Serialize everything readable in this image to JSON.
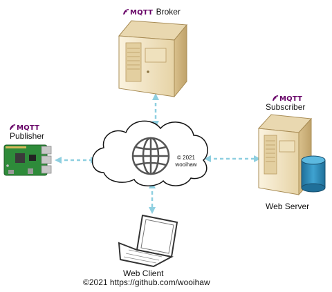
{
  "broker": {
    "brand": "MQTT",
    "label": "Broker"
  },
  "publisher": {
    "brand": "MQTT",
    "label": "Publisher"
  },
  "subscriber": {
    "brand": "MQTT",
    "label": "Subscriber",
    "server_label": "Web Server"
  },
  "cloud": {
    "copyright_line1": "© 2021",
    "copyright_line2": "wooihaw"
  },
  "client": {
    "label": "Web Client"
  },
  "footer": {
    "text": "©2021 https://github.com/wooihaw"
  },
  "colors": {
    "arrow": "#8ecfe0",
    "mqtt_brand": "#660066",
    "server_body": "#f1e2c0",
    "database": "#2e8ab8"
  }
}
